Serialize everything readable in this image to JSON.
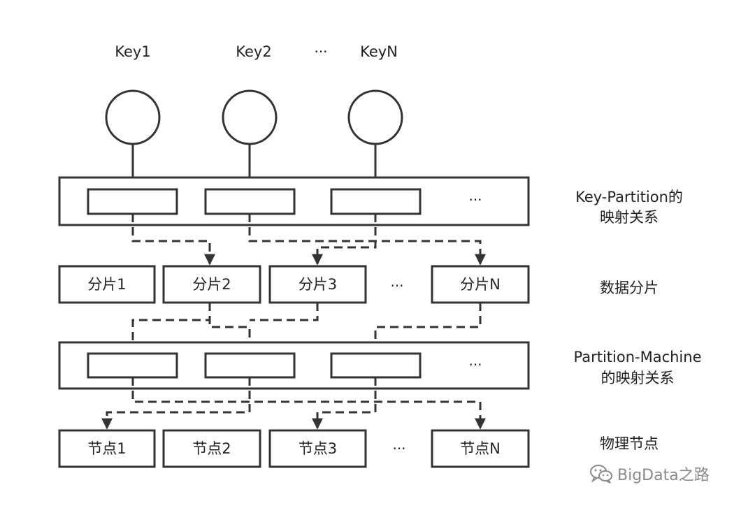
{
  "keys": [
    "Key1",
    "Key2",
    "KeyN"
  ],
  "key_ellipsis": "···",
  "row_ellipsis": "···",
  "layers": {
    "key_partition": {
      "label_line1": "Key-Partition的",
      "label_line2": "映射关系",
      "ellipsis": "···"
    },
    "shards": {
      "label": "数据分片",
      "items": [
        "分片1",
        "分片2",
        "分片3",
        "分片N"
      ]
    },
    "partition_machine": {
      "label_line1": "Partition-Machine",
      "label_line2": "的映射关系",
      "ellipsis": "···"
    },
    "nodes": {
      "label": "物理节点",
      "items": [
        "节点1",
        "节点2",
        "节点3",
        "节点N"
      ]
    }
  },
  "watermark": {
    "icon": "wechat-icon",
    "text": "BigData之路"
  },
  "colors": {
    "stroke": "#333333",
    "text": "#222222",
    "watermark": "#8a8a8a"
  }
}
